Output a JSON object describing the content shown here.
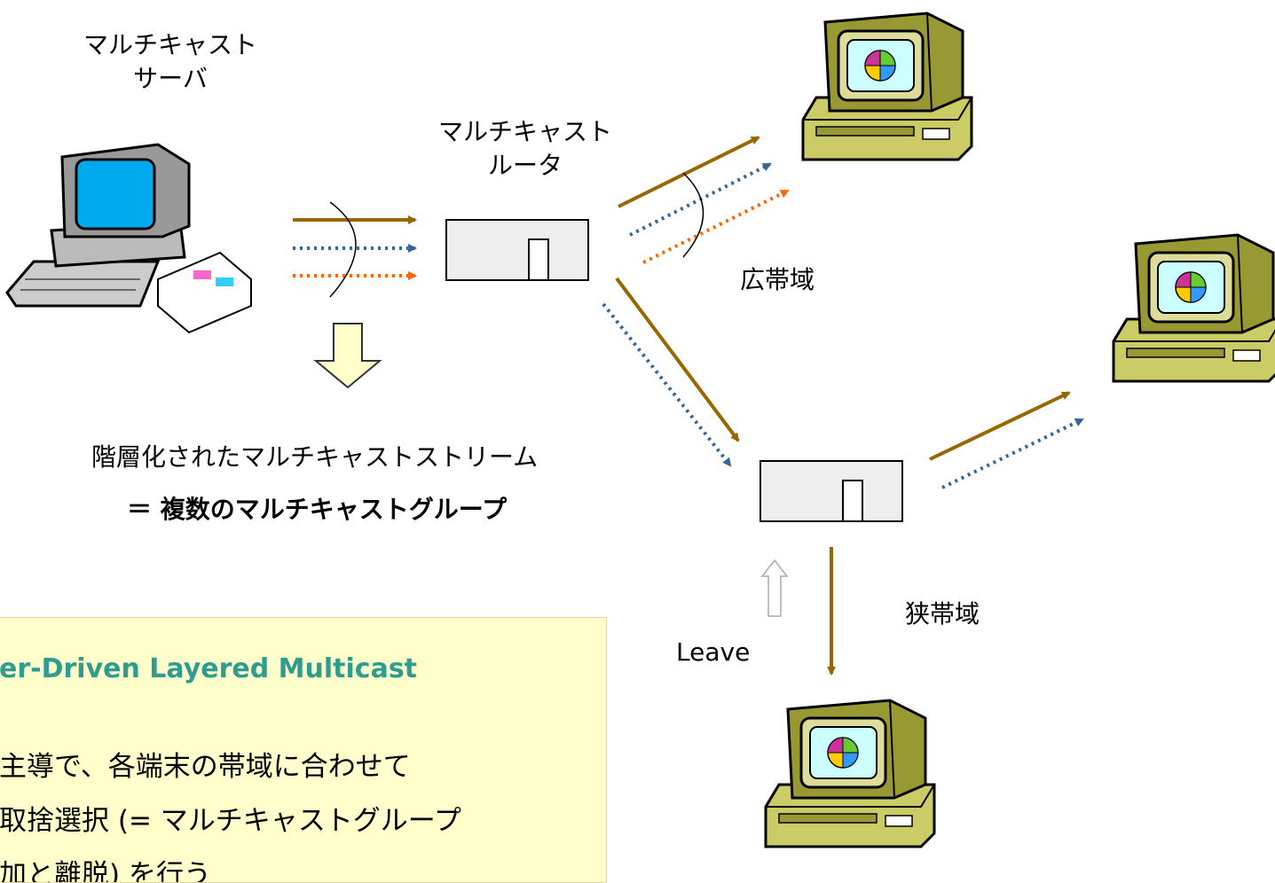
{
  "labels": {
    "server_line1": "マルチキャスト",
    "server_line2": "サーバ",
    "router_line1": "マルチキャスト",
    "router_line2": "ルータ",
    "wide_band": "広帯域",
    "narrow_band": "狭帯域",
    "leave": "Leave",
    "stream_line1": "階層化されたマルチキャストストリーム",
    "stream_line2": "＝ 複数のマルチキャストグループ"
  },
  "note": {
    "title": "er-Driven Layered Multicast",
    "line1": "主導で、各端末の帯域に合わせて",
    "line2": "取捨選択 (= マルチキャストグループ",
    "line3": "加と離脱) を行う"
  },
  "colors": {
    "brown_arrow": "#996600",
    "blue_dotted": "#336699",
    "orange_dotted": "#ff6600",
    "router_fill": "#eeeeee",
    "note_bg": "#ffffcc",
    "note_title": "#2e9c8e",
    "down_arrow_fill": "#ffffcc",
    "monitor_olive": "#999933",
    "screen_blue": "#00ccff"
  },
  "icons": [
    "server-computer-icon",
    "client-computer-icon",
    "router-box-icon",
    "hollow-down-arrow-icon",
    "hollow-up-arrow-icon"
  ]
}
